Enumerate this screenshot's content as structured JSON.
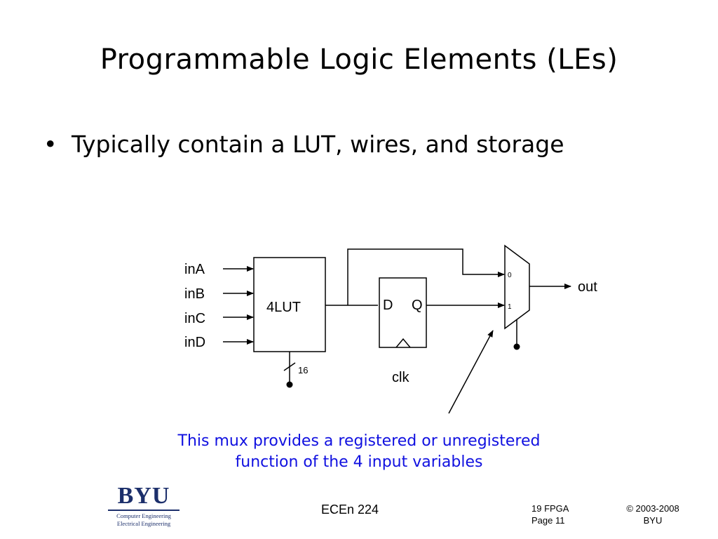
{
  "slide": {
    "title": "Programmable Logic Elements (LEs)",
    "bullet_symbol": "•",
    "bullet": "Typically contain a LUT, wires, and storage"
  },
  "diagram": {
    "inputs": [
      "inA",
      "inB",
      "inC",
      "inD"
    ],
    "lut_label": "4LUT",
    "config_bits": "16",
    "ff_d": "D",
    "ff_q": "Q",
    "clock": "clk",
    "mux_in0": "0",
    "mux_in1": "1",
    "output": "out"
  },
  "annotation": {
    "line1": "This mux provides a registered or unregistered",
    "line2": "function of the 4 input variables",
    "color": "#1010e0"
  },
  "footer": {
    "logo_word": "BYU",
    "logo_line1": "Computer Engineering",
    "logo_line2": "Electrical Engineering",
    "course": "ECEn 224",
    "lecture": "19 FPGA",
    "page": "Page 11",
    "copyright": "© 2003-2008",
    "org": "BYU"
  }
}
